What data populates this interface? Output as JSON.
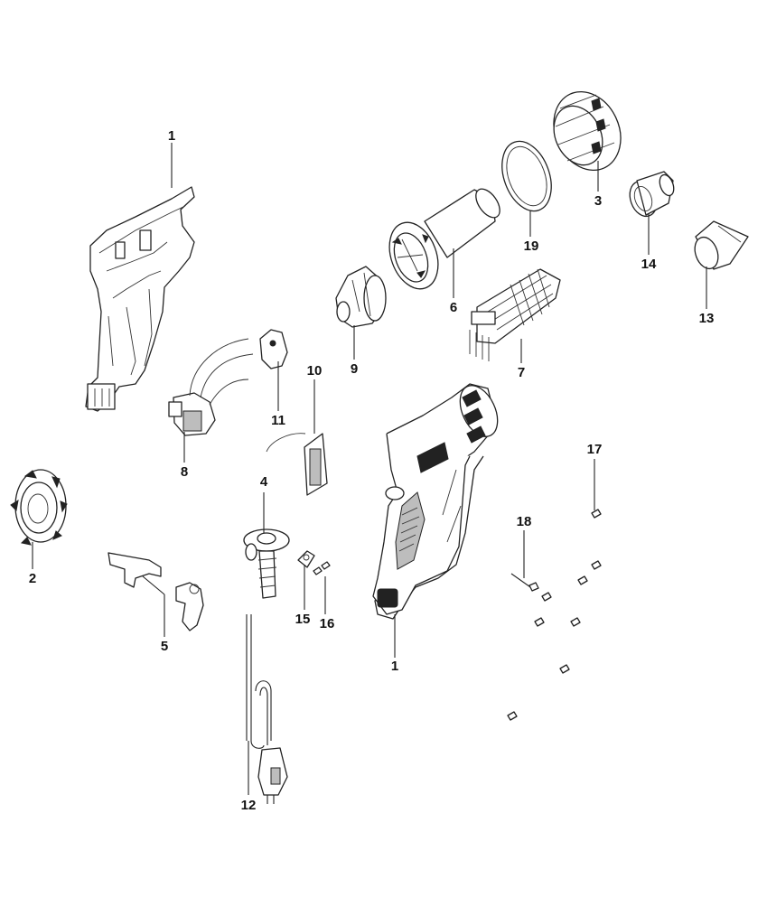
{
  "diagram": {
    "callouts": [
      {
        "id": "c1a",
        "label": "1"
      },
      {
        "id": "c1b",
        "label": "1"
      },
      {
        "id": "c2",
        "label": "2"
      },
      {
        "id": "c3",
        "label": "3"
      },
      {
        "id": "c4",
        "label": "4"
      },
      {
        "id": "c5",
        "label": "5"
      },
      {
        "id": "c6",
        "label": "6"
      },
      {
        "id": "c7",
        "label": "7"
      },
      {
        "id": "c8",
        "label": "8"
      },
      {
        "id": "c9",
        "label": "9"
      },
      {
        "id": "c10",
        "label": "10"
      },
      {
        "id": "c11",
        "label": "11"
      },
      {
        "id": "c12",
        "label": "12"
      },
      {
        "id": "c13",
        "label": "13"
      },
      {
        "id": "c14",
        "label": "14"
      },
      {
        "id": "c15",
        "label": "15"
      },
      {
        "id": "c16",
        "label": "16"
      },
      {
        "id": "c17",
        "label": "17"
      },
      {
        "id": "c18",
        "label": "18"
      },
      {
        "id": "c19",
        "label": "19"
      }
    ]
  }
}
